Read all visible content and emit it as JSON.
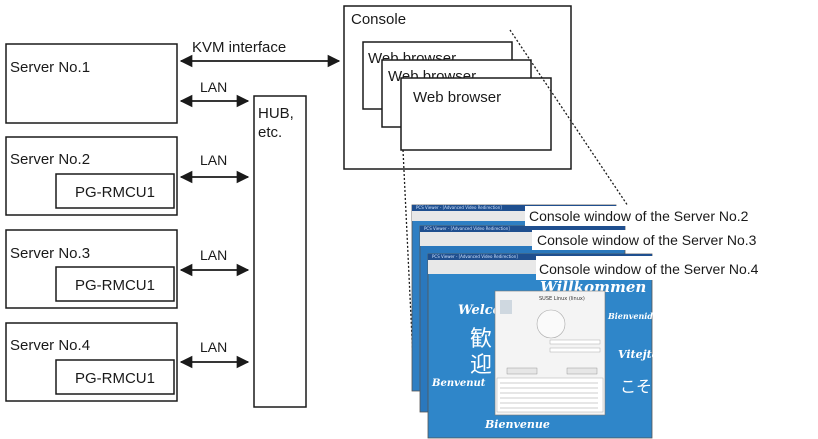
{
  "servers": [
    {
      "label": "Server No.1",
      "card": ""
    },
    {
      "label": "Server No.2",
      "card": "PG-RMCU1"
    },
    {
      "label": "Server No.3",
      "card": "PG-RMCU1"
    },
    {
      "label": "Server No.4",
      "card": "PG-RMCU1"
    }
  ],
  "hub": {
    "line1": "HUB,",
    "line2": "etc."
  },
  "links": {
    "kvm": "KVM interface",
    "lan": "LAN"
  },
  "console": {
    "title": "Console",
    "browsers": [
      "Web browser",
      "Web browser",
      "Web browser"
    ]
  },
  "console_windows": [
    "Console window of the Server No.2",
    "Console window of the Server No.3",
    "Console window of the Server No.4"
  ],
  "screenshot": {
    "welcome": "Willkommen",
    "welcome_left": "Welco",
    "bienvenido": "Bienvenido",
    "vitejte": "Vitejte",
    "benvenuto": "Benvenut",
    "bienvenue": "Bienvenue",
    "login_title": "SUSE Linux (linux)",
    "kanji1": "歓",
    "kanji2": "迎",
    "kana": "こそ"
  }
}
